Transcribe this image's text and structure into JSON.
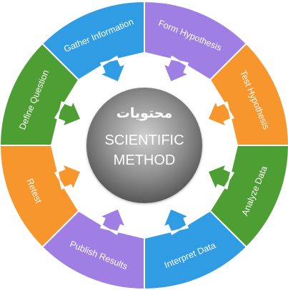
{
  "hub": {
    "overlay_text": "محتويات",
    "title_line1": "SCIENTIFIC",
    "title_line2": "METHOD"
  },
  "steps": [
    {
      "label": "Form Hypothesis",
      "color": "#9f7fe3"
    },
    {
      "label": "Test Hypothesis",
      "color": "#f7962c"
    },
    {
      "label": "Analyze Data",
      "color": "#4e9f33"
    },
    {
      "label": "Interpret Data",
      "color": "#2f9ce3"
    },
    {
      "label": "Publish Results",
      "color": "#9f7fe3"
    },
    {
      "label": "Retest",
      "color": "#f7962c"
    },
    {
      "label": "Define Question",
      "color": "#4e9f33"
    },
    {
      "label": "Gather Information",
      "color": "#2f9ce3"
    }
  ],
  "colors": {
    "background": "#ffffff",
    "hub_light": "#c7c7c7",
    "hub_dark": "#4f4f4f"
  }
}
